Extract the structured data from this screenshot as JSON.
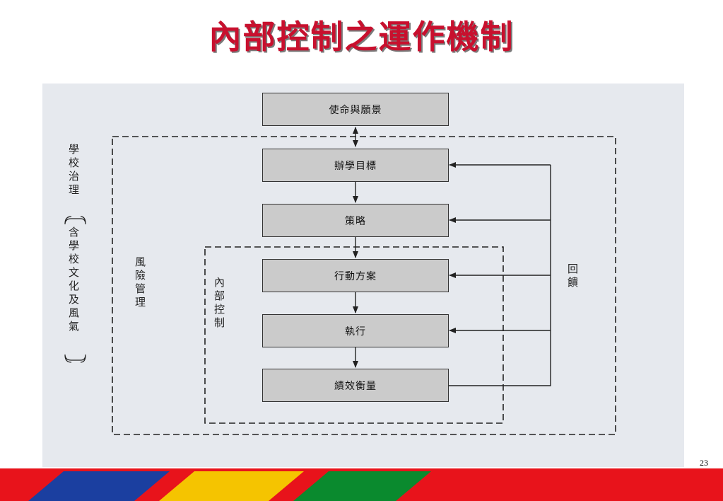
{
  "title": "內部控制之運作機制",
  "diagram": {
    "boxes": [
      {
        "id": "mission",
        "label": "使命與願景"
      },
      {
        "id": "goals",
        "label": "辦學目標"
      },
      {
        "id": "strategy",
        "label": "策略"
      },
      {
        "id": "action",
        "label": "行動方案"
      },
      {
        "id": "execution",
        "label": "執行"
      },
      {
        "id": "performance",
        "label": "績效衡量"
      }
    ],
    "labels": {
      "governance": "學校治理",
      "culture": "含學校文化及風氣",
      "risk": "風險管理",
      "internal": "內部控制",
      "feedback": "回饋"
    }
  },
  "page_number": "23",
  "stripe_colors": [
    "#e8131b",
    "#1b3fa0",
    "#f5c400",
    "#0a8a2e"
  ]
}
